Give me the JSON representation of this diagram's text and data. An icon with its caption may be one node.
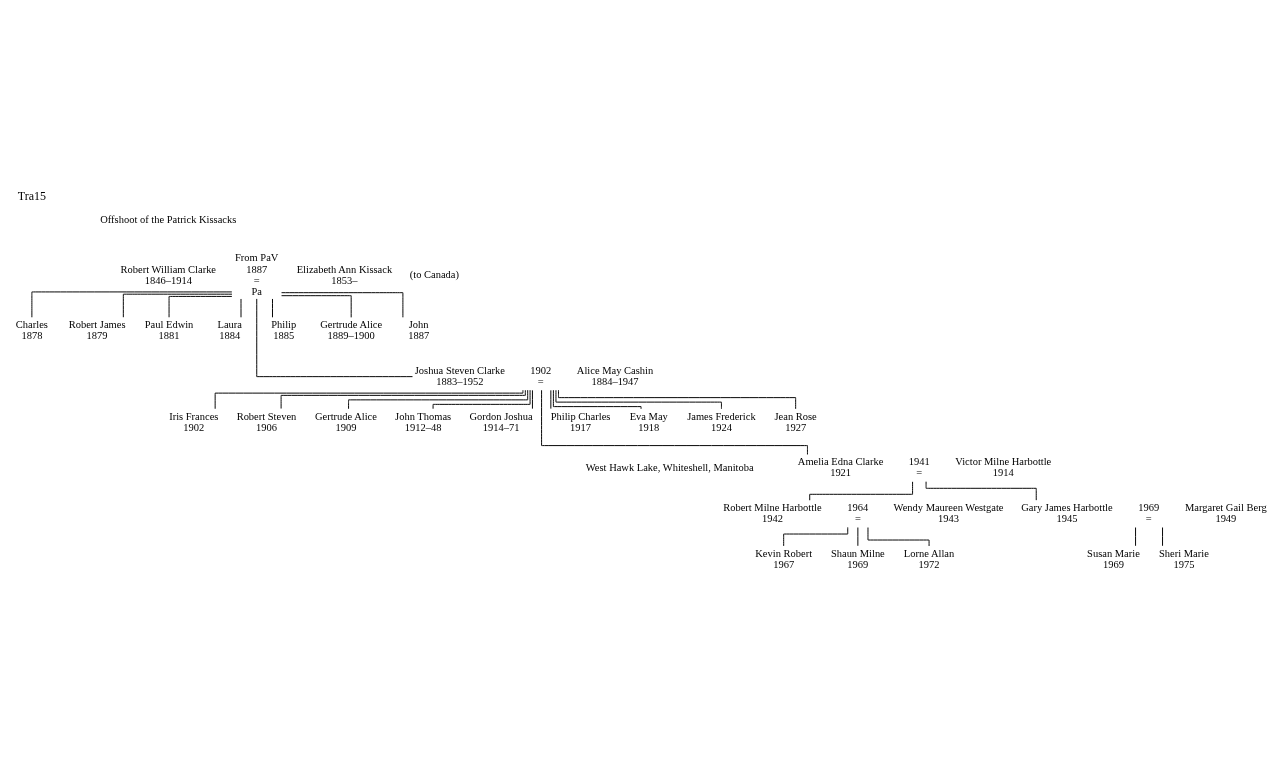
{
  "diagram": {
    "title": "Tra15",
    "nodes": [
      {
        "text": [
          "Robert William Clarke",
          "1846–1914"
        ]
      },
      {
        "text": [
          "From PaV",
          "1887",
          "=",
          "Pa"
        ]
      },
      {
        "text": [
          "Elizabeth Ann Kissack",
          "1853–"
        ],
        "beside": [
          "(to Canada)"
        ]
      },
      {
        "text": [
          "Charles",
          "1878"
        ]
      },
      {
        "text": [
          "Robert James",
          "1879"
        ]
      },
      {
        "text": [
          "Paul Edwin",
          "1881"
        ]
      },
      {
        "text": [
          "Laura",
          "1884"
        ]
      },
      {
        "text": [
          "Philip",
          "1885"
        ]
      },
      {
        "text": [
          "Gertrude Alice",
          "1889–1900"
        ]
      },
      {
        "text": [
          "John",
          "1887"
        ]
      },
      {
        "text": [
          "Joshua Steven Clarke",
          "1883–1952"
        ]
      },
      {
        "text": [
          "1902",
          "="
        ]
      },
      {
        "text": [
          "Alice May Cashin",
          "1884–1947"
        ]
      },
      {
        "text": [
          "Iris Frances",
          "1902"
        ]
      },
      {
        "text": [
          "Robert Steven",
          "1906"
        ]
      },
      {
        "text": [
          "Gertrude Alice",
          "1909"
        ]
      },
      {
        "text": [
          "John Thomas",
          "1912–48"
        ]
      },
      {
        "text": [
          "Gordon Joshua",
          "1914–71"
        ]
      },
      {
        "text": [
          "Philip Charles",
          "1917"
        ]
      },
      {
        "text": [
          "Eva May",
          "1918"
        ]
      },
      {
        "text": [
          "James Frederick",
          "1924"
        ]
      },
      {
        "text": [
          "Jean Rose",
          "1927"
        ]
      },
      {
        "text": [
          "Amelia Edna Clarke",
          "1921"
        ]
      },
      {
        "text": [
          "1941",
          "="
        ]
      },
      {
        "text": [
          "Victor Milne Harbottle",
          "1914"
        ]
      },
      {
        "text": [
          "Robert Milne Harbottle",
          "1942"
        ]
      },
      {
        "text": [
          "1964",
          "="
        ]
      },
      {
        "text": [
          "Wendy Maureen Westgate",
          "1943"
        ]
      },
      {
        "text": [
          "Gary James Harbottle",
          "1945"
        ]
      },
      {
        "text": [
          "1969",
          "="
        ]
      },
      {
        "text": [
          "Margaret Gail Berg",
          "1949"
        ]
      },
      {
        "text": [
          "Kevin Robert",
          "1967"
        ]
      },
      {
        "text": [
          "Shaun Milne",
          "1969"
        ]
      },
      {
        "text": [
          "Lorne Allan",
          "1972"
        ]
      },
      {
        "text": [
          "Susan Marie",
          "1969"
        ]
      },
      {
        "text": [
          "Sheri Marie",
          "1975"
        ]
      }
    ],
    "edges": [
      {
        "from": 1,
        "to": 3,
        "arrow": "none"
      },
      {
        "from": 1,
        "to": 4,
        "arrow": "none"
      },
      {
        "from": 1,
        "to": 5,
        "arrow": "none"
      },
      {
        "from": 1,
        "to": 10,
        "arrow": "none"
      },
      {
        "from": 1,
        "to": 6,
        "arrow": "none"
      },
      {
        "from": 1,
        "to": 7,
        "arrow": "none"
      },
      {
        "from": 1,
        "to": 8,
        "arrow": "none"
      },
      {
        "from": 1,
        "to": 9,
        "arrow": "none"
      },
      {
        "from": 11,
        "to": 13,
        "arrow": "none"
      },
      {
        "from": 11,
        "to": 14,
        "arrow": "none"
      },
      {
        "from": 11,
        "to": 15,
        "arrow": "none"
      },
      {
        "from": 11,
        "to": 16,
        "arrow": "none"
      },
      {
        "from": 11,
        "to": 17,
        "arrow": "none"
      },
      {
        "from": 11,
        "to": 18,
        "arrow": "none"
      },
      {
        "from": 11,
        "to": 19,
        "arrow": "none"
      },
      {
        "from": 11,
        "to": 22,
        "arrow": "none"
      },
      {
        "from": 11,
        "to": 20,
        "arrow": "none"
      },
      {
        "from": 11,
        "to": 21,
        "arrow": "none"
      },
      {
        "from": 23,
        "to": 25,
        "arrow": "none"
      },
      {
        "from": 23,
        "to": 28,
        "arrow": "none"
      },
      {
        "from": 26,
        "to": 31,
        "arrow": "none"
      },
      {
        "from": 26,
        "to": 32,
        "arrow": "none"
      },
      {
        "from": 26,
        "to": 33,
        "arrow": "none"
      },
      {
        "from": 29,
        "to": 34,
        "arrow": "none"
      },
      {
        "from": 29,
        "to": 35,
        "arrow": "none"
      }
    ],
    "labels": [
      "Offshoot of the Patrick Kissacks",
      "West Hawk Lake, Whiteshell, Manitoba"
    ]
  }
}
